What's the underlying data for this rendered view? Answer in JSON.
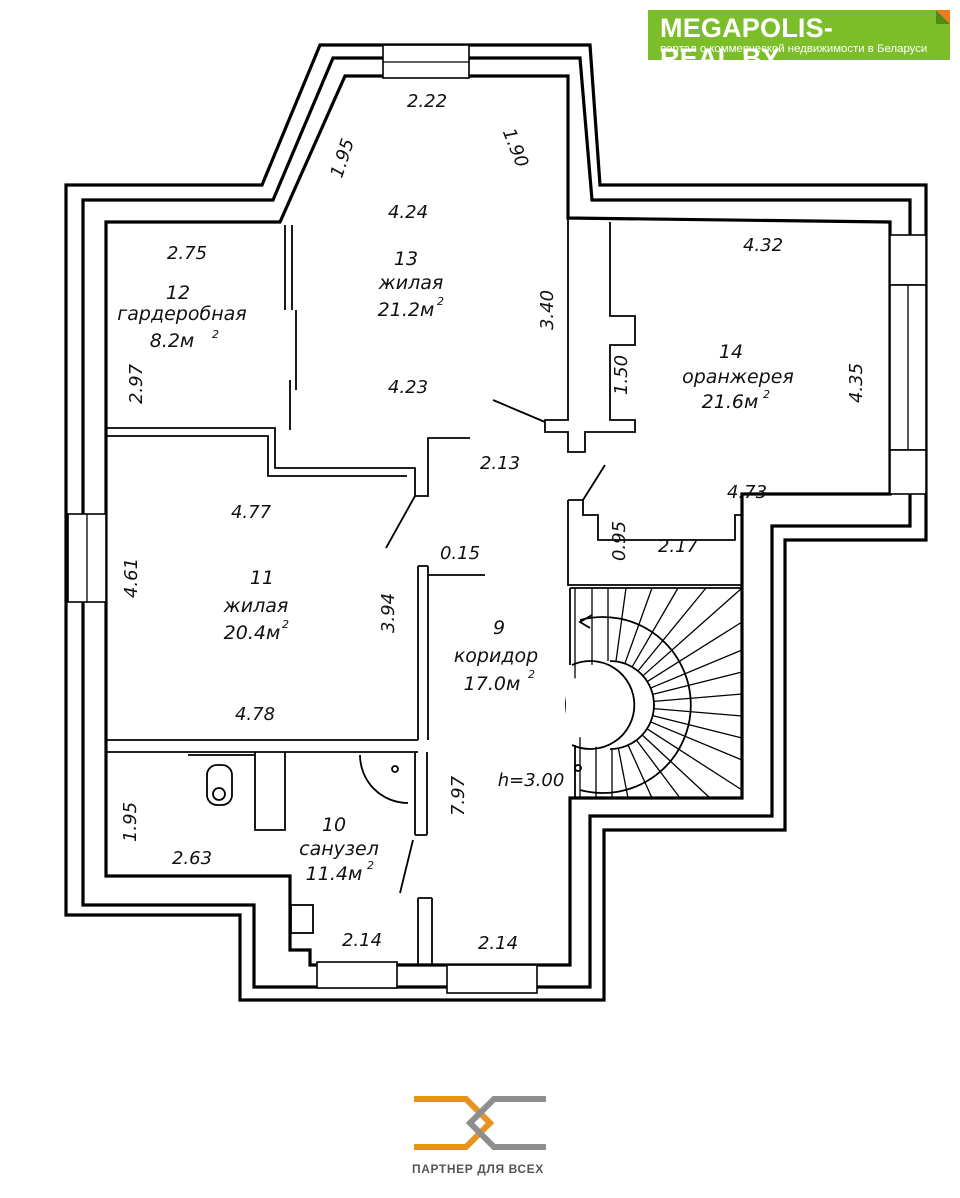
{
  "brand": {
    "title": "MEGAPOLIS-REAL.BY",
    "subtitle": "портал о коммерческой недвижимости в Беларуси",
    "color": "#7cbd2a",
    "accent": "#f07b1a"
  },
  "partner": {
    "tagline": "ПАРТНЕР ДЛЯ ВСЕХ",
    "colors": {
      "orange": "#e8921f",
      "gray": "#8e8e8e"
    }
  },
  "floorplan": {
    "rooms": [
      {
        "number": "9",
        "name": "коридор",
        "area": "17.0м",
        "sup": "2"
      },
      {
        "number": "10",
        "name": "санузел",
        "area": "11.4м",
        "sup": "2"
      },
      {
        "number": "11",
        "name": "жилая",
        "area": "20.4м",
        "sup": "2"
      },
      {
        "number": "12",
        "name": "гардеробная",
        "area": "8.2м",
        "sup": "2"
      },
      {
        "number": "13",
        "name": "жилая",
        "area": "21.2м",
        "sup": "2"
      },
      {
        "number": "14",
        "name": "оранжерея",
        "area": "21.6м",
        "sup": "2"
      }
    ],
    "dimensions": {
      "d_2_22": "2.22",
      "d_1_95_top": "1.95",
      "d_1_90": "1.90",
      "d_4_24": "4.24",
      "d_4_23": "4.23",
      "d_3_40": "3.40",
      "d_2_75": "2.75",
      "d_2_97": "2.97",
      "d_4_32": "4.32",
      "d_1_50": "1.50",
      "d_4_35": "4.35",
      "d_4_73": "4.73",
      "d_2_13": "2.13",
      "d_0_95": "0.95",
      "d_2_17": "2.17",
      "d_4_77": "4.77",
      "d_4_61": "4.61",
      "d_3_94": "3.94",
      "d_4_78": "4.78",
      "d_0_15": "0.15",
      "d_1_95_bath": "1.95",
      "d_2_63": "2.63",
      "d_2_14_bath": "2.14",
      "d_7_97": "7.97",
      "d_2_14_corr": "2.14"
    },
    "ceiling_height": "h=3.00"
  }
}
